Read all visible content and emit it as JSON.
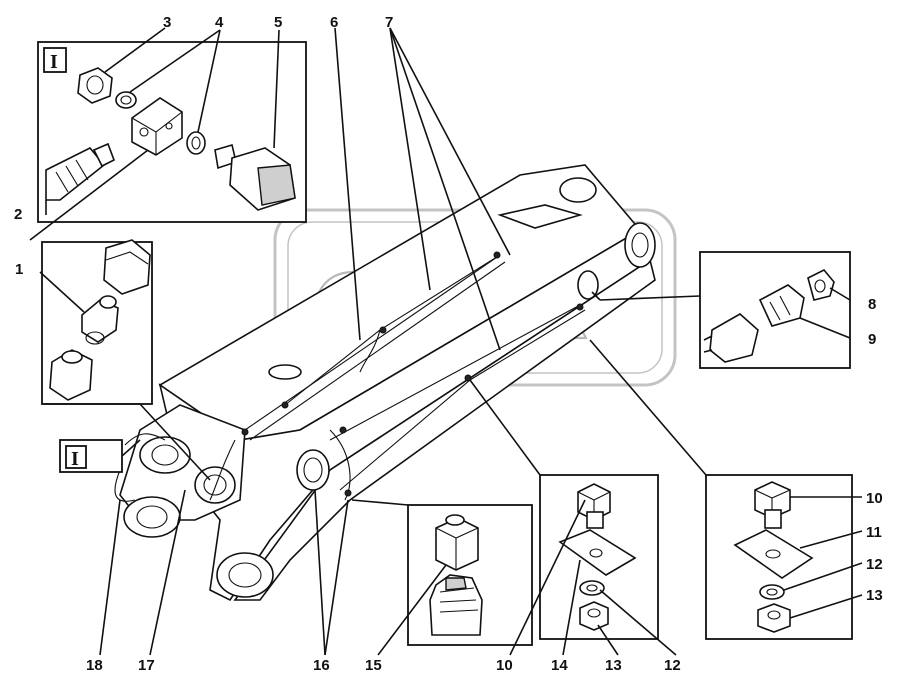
{
  "watermark": "OPEX",
  "section_markers": [
    "I",
    "I"
  ],
  "callouts": [
    {
      "id": "c3",
      "text": "3"
    },
    {
      "id": "c4",
      "text": "4"
    },
    {
      "id": "c5",
      "text": "5"
    },
    {
      "id": "c6",
      "text": "6"
    },
    {
      "id": "c7",
      "text": "7"
    },
    {
      "id": "c2",
      "text": "2"
    },
    {
      "id": "c1",
      "text": "1"
    },
    {
      "id": "c8",
      "text": "8"
    },
    {
      "id": "c9",
      "text": "9"
    },
    {
      "id": "c10a",
      "text": "10"
    },
    {
      "id": "c11",
      "text": "11"
    },
    {
      "id": "c12a",
      "text": "12"
    },
    {
      "id": "c13a",
      "text": "13"
    },
    {
      "id": "c18",
      "text": "18"
    },
    {
      "id": "c17",
      "text": "17"
    },
    {
      "id": "c16",
      "text": "16"
    },
    {
      "id": "c15",
      "text": "15"
    },
    {
      "id": "c10b",
      "text": "10"
    },
    {
      "id": "c14",
      "text": "14"
    },
    {
      "id": "c13b",
      "text": "13"
    },
    {
      "id": "c12b",
      "text": "12"
    }
  ]
}
